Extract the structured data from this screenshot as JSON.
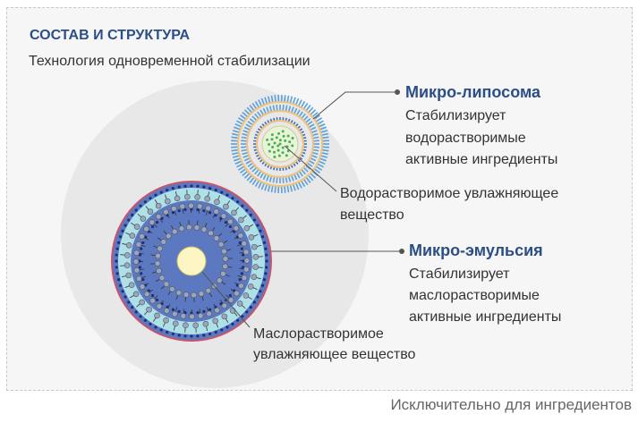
{
  "header": {
    "title": "СОСТАВ И СТРУКТУРА",
    "subtitle": "Технология одновременной стабилизации"
  },
  "liposome": {
    "title": "Микро-липосома",
    "desc": [
      "Стабилизирует",
      "водорастворимые",
      "активные ингредиенты"
    ],
    "core_label": [
      "Водорастворимое увлажняющее",
      "вещество"
    ]
  },
  "emulsion": {
    "title": "Микро-эмульсия",
    "desc": [
      "Стабилизирует",
      "маслорастворимые",
      "активные ингредиенты"
    ],
    "core_label": [
      "Маслорастворимое",
      "увлажняющее вещество"
    ]
  },
  "footer": "Исключительно для ингредиентов",
  "colors": {
    "accent": "#2b4e86",
    "emulsion_dark": "#5b78c0",
    "emulsion_light": "#aee0e8",
    "liposome_blue": "#5aa0dc",
    "liposome_orange": "#f2c27a",
    "water_green": "#4caf50"
  }
}
